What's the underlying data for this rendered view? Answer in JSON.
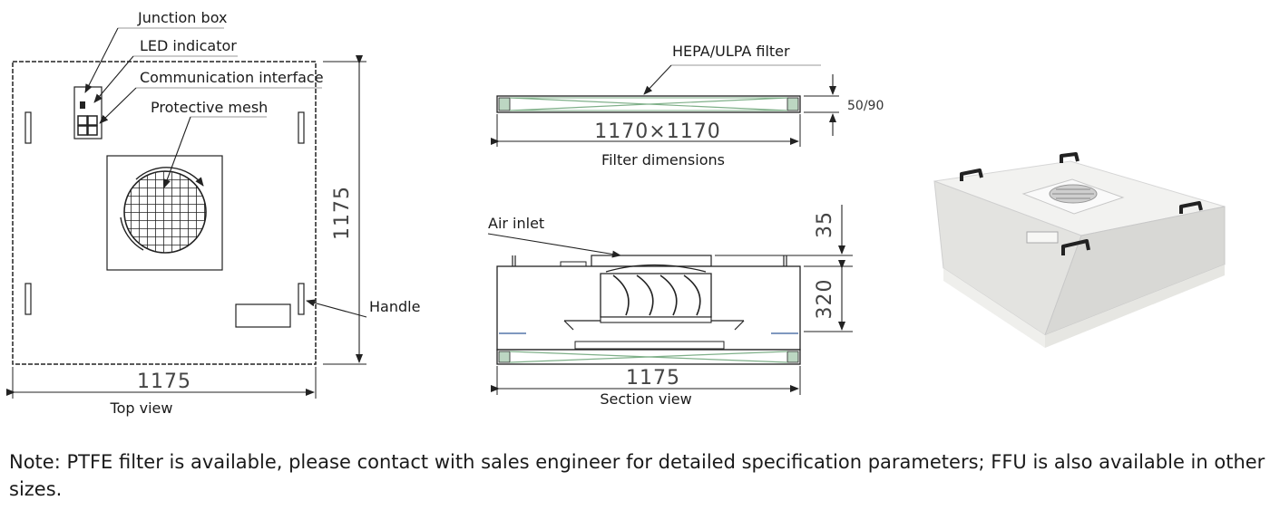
{
  "top_view": {
    "labels": {
      "junction_box": "Junction box",
      "led_indicator": "LED indicator",
      "communication_interface": "Communication interface",
      "protective_mesh": "Protective mesh",
      "handle": "Handle"
    },
    "width_dim": "1175",
    "height_dim": "1175",
    "caption": "Top view"
  },
  "filter_view": {
    "label": "HEPA/ULPA filter",
    "size_dim": "1170×1170",
    "thickness_dim": "50/90",
    "caption": "Filter dimensions"
  },
  "section_view": {
    "label": "Air inlet",
    "inlet_height_dim": "35",
    "body_height_dim": "320",
    "width_dim": "1175",
    "caption": "Section view"
  },
  "note": "Note: PTFE filter is available, please contact with sales engineer for detailed specification parameters; FFU is also available in other sizes.",
  "colors": {
    "line": "#222222",
    "filter_green": "#7fb089",
    "accent_blue": "#5577aa"
  }
}
